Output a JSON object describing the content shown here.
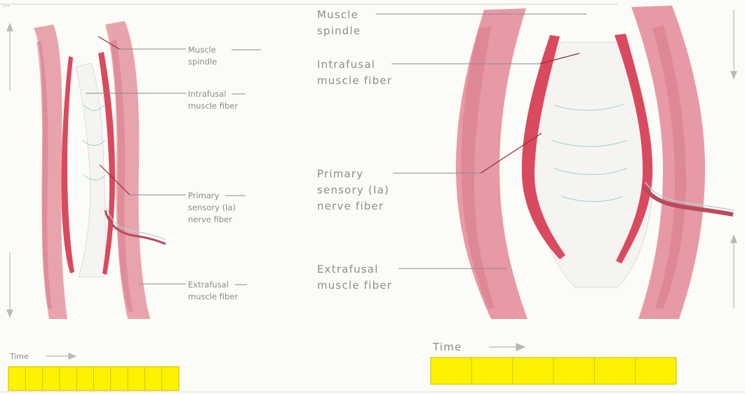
{
  "header_text": "…",
  "left_panel": {
    "labels": {
      "muscle_spindle": [
        "Muscle",
        "spindle"
      ],
      "intrafusal": [
        "Intrafusal",
        "muscle fiber"
      ],
      "primary_sensory": [
        "Primary",
        "sensory (Ia)",
        "nerve fiber"
      ],
      "extrafusal": [
        "Extrafusal",
        "muscle fiber"
      ]
    },
    "time_label": "Time",
    "time_bar_segments": 10
  },
  "right_panel": {
    "labels": {
      "muscle_spindle": [
        "Muscle",
        "spindle"
      ],
      "intrafusal": [
        "Intrafusal",
        "muscle fiber"
      ],
      "primary_sensory": [
        "Primary",
        "sensory (Ia)",
        "nerve fiber"
      ],
      "extrafusal": [
        "Extrafusal",
        "muscle fiber"
      ]
    },
    "time_label": "Time",
    "time_bar_segments": 6
  },
  "colors": {
    "extrafusal": "#e8a4ad",
    "intrafusal": "#d94a5e",
    "time_bar": "#fff200",
    "label_text": "#8c8c8c"
  }
}
